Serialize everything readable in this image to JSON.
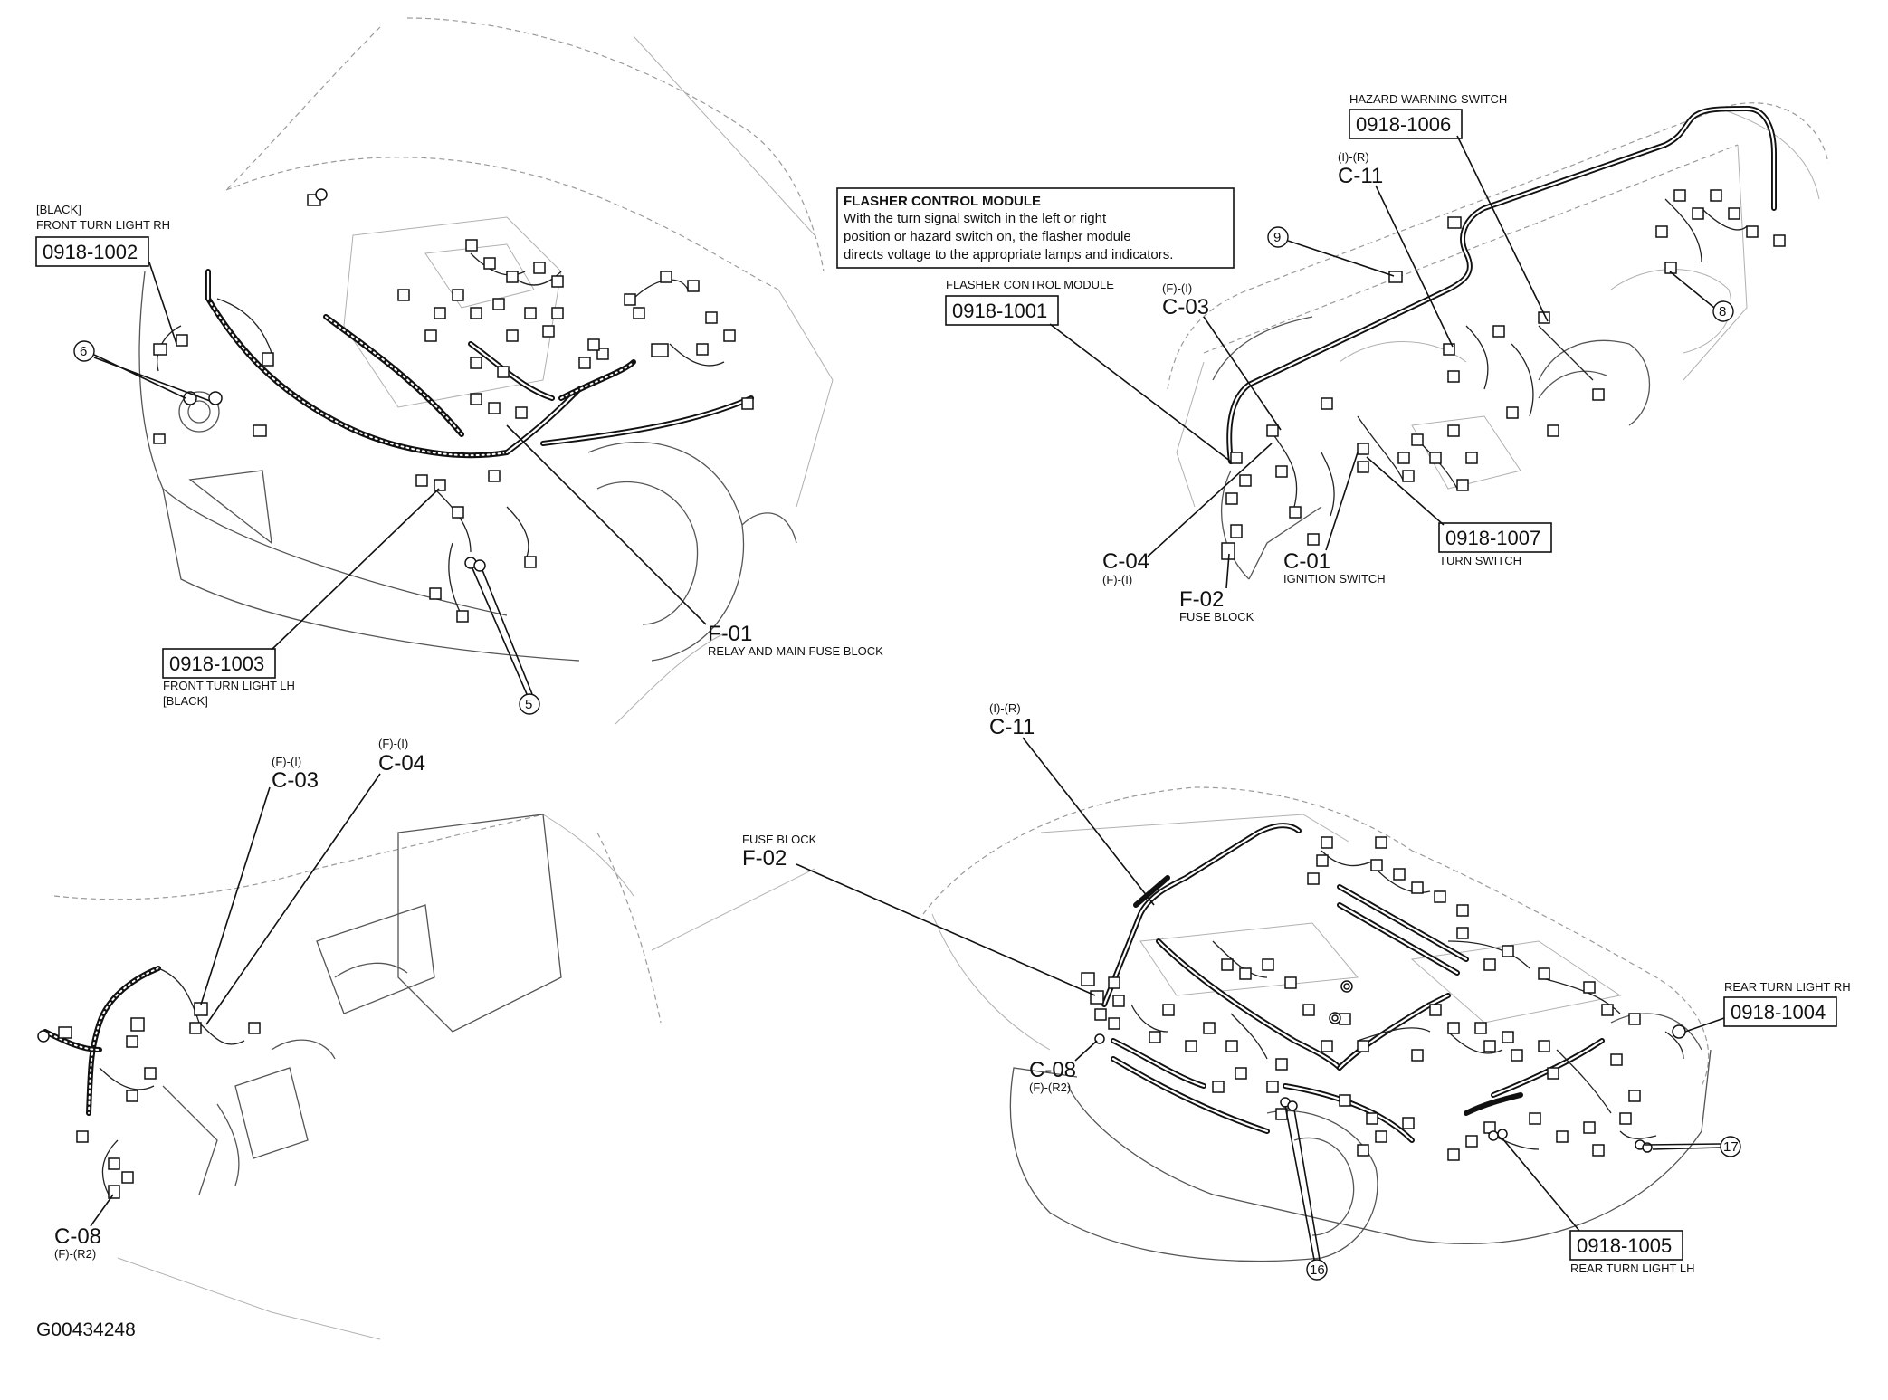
{
  "figure_id": "G00434248",
  "callout_box": {
    "title": "FLASHER CONTROL MODULE",
    "lines": [
      "With the turn signal switch in the left or right",
      "position or hazard switch on, the flasher module",
      "directs voltage to the appropriate lamps and indicators."
    ]
  },
  "engine_bay": {
    "front_turn_rh": {
      "color_note": "[BLACK]",
      "name": "FRONT TURN LIGHT RH",
      "ref": "0918-1002"
    },
    "front_turn_lh": {
      "ref": "0918-1003",
      "name": "FRONT TURN LIGHT LH",
      "color_note": "[BLACK]"
    },
    "f01": {
      "code": "F-01",
      "name": "RELAY AND MAIN FUSE BLOCK"
    },
    "ground_6": "6",
    "ground_5": "5"
  },
  "dash": {
    "hazard": {
      "name": "HAZARD WARNING SWITCH",
      "ref": "0918-1006"
    },
    "c11": {
      "pins": "(I)-(R)",
      "code": "C-11"
    },
    "flasher": {
      "name": "FLASHER CONTROL MODULE",
      "ref": "0918-1001"
    },
    "c03": {
      "pins": "(F)-(I)",
      "code": "C-03"
    },
    "ground_9": "9",
    "ground_8": "8",
    "c04": {
      "code": "C-04",
      "pins": "(F)-(I)"
    },
    "f02": {
      "code": "F-02",
      "name": "FUSE BLOCK"
    },
    "c01": {
      "code": "C-01",
      "name": "IGNITION SWITCH"
    },
    "turn_switch": {
      "ref": "0918-1007",
      "name": "TURN SWITCH"
    }
  },
  "kick_panel": {
    "c03": {
      "pins": "(F)-(I)",
      "code": "C-03"
    },
    "c04": {
      "pins": "(F)-(I)",
      "code": "C-04"
    },
    "c08": {
      "code": "C-08",
      "pins": "(F)-(R2)"
    }
  },
  "vehicle": {
    "c11": {
      "pins": "(I)-(R)",
      "code": "C-11"
    },
    "f02": {
      "name": "FUSE BLOCK",
      "code": "F-02"
    },
    "c08": {
      "code": "C-08",
      "pins": "(F)-(R2)"
    },
    "rear_turn_rh": {
      "name": "REAR TURN LIGHT RH",
      "ref": "0918-1004"
    },
    "rear_turn_lh": {
      "ref": "0918-1005",
      "name": "REAR TURN LIGHT LH"
    },
    "ground_17": "17",
    "ground_16": "16"
  }
}
